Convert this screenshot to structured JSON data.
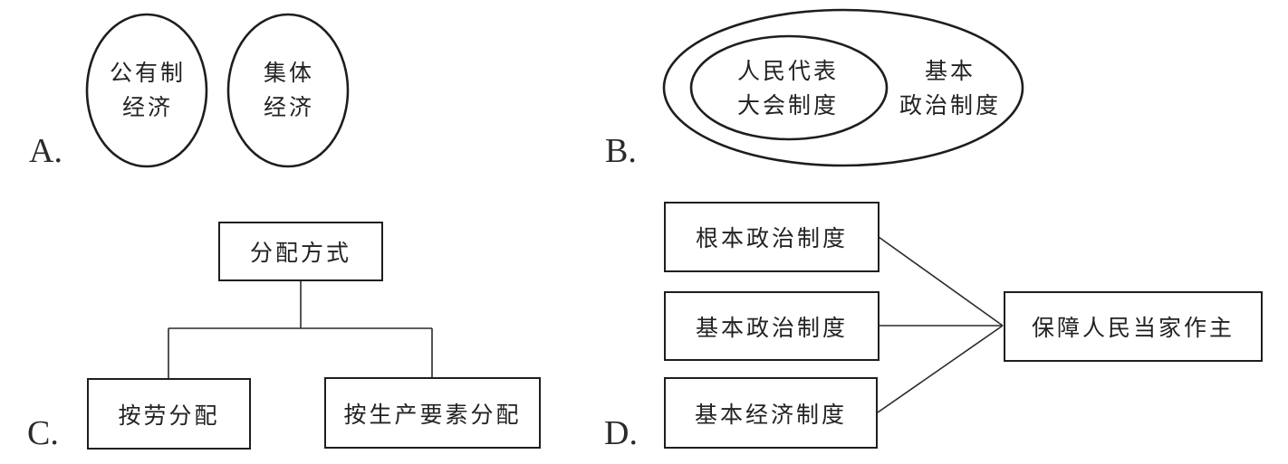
{
  "options": [
    {
      "label": "A.",
      "type": "two-separate-circles",
      "nodes": [
        {
          "line1": "公有制",
          "line2": "经济"
        },
        {
          "line1": "集体",
          "line2": "经济"
        }
      ]
    },
    {
      "label": "B.",
      "type": "nested-ellipses",
      "inner": {
        "line1": "人民代表",
        "line2": "大会制度"
      },
      "outer": {
        "line1": "基本",
        "line2": "政治制度"
      }
    },
    {
      "label": "C.",
      "type": "tree",
      "root": "分配方式",
      "children": [
        "按劳分配",
        "按生产要素分配"
      ]
    },
    {
      "label": "D.",
      "type": "converging-boxes",
      "sources": [
        "根本政治制度",
        "基本政治制度",
        "基本经济制度"
      ],
      "target": "保障人民当家作主"
    }
  ]
}
